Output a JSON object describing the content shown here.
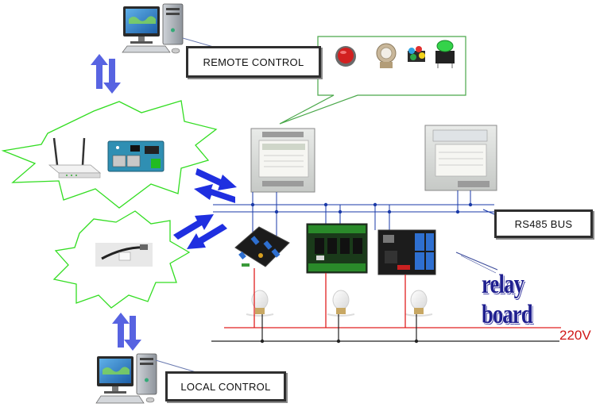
{
  "labels": {
    "remote_control": "REMOTE CONTROL",
    "local_control": "LOCAL CONTROL",
    "rs485_bus": "RS485 BUS",
    "relay_board": "relay board",
    "voltage": "220V"
  },
  "colors": {
    "bus_line": "#1a3aa8",
    "power_line": "#e02020",
    "ground_line": "#222222",
    "arrow": "#2030d8",
    "starburst": "#33dd22",
    "callout": "#4aa84a",
    "relay_text": "#1f1f8f"
  },
  "icons": {
    "remote_pc": "desktop-computer-icon",
    "local_pc": "desktop-computer-icon",
    "router": "wifi-router-icon",
    "network_module": "ethernet-module-icon",
    "usb_adapter": "usb-serial-adapter-icon",
    "controller_1": "din-rail-controller-icon",
    "controller_2": "din-rail-controller-icon",
    "buttons": [
      "red-push-button-icon",
      "metal-push-button-icon",
      "tactile-switch-icon",
      "green-tactile-switch-icon"
    ],
    "relay_boards": [
      "relay-board-icon",
      "relay-board-icon",
      "relay-board-icon"
    ],
    "bulbs": [
      "light-bulb-icon",
      "light-bulb-icon",
      "light-bulb-icon"
    ]
  }
}
